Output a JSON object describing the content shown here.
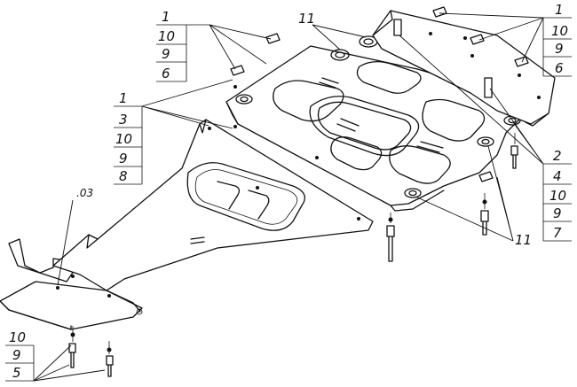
{
  "callouts": {
    "top_left": [
      "1",
      "10",
      "9",
      "6"
    ],
    "mid_left": [
      "1",
      "3",
      "10",
      "9",
      "8"
    ],
    "top_right": [
      "1",
      "10",
      "9",
      "6"
    ],
    "right": [
      "2",
      "4",
      "10",
      "9",
      "7"
    ],
    "bottom_left": [
      "10",
      "9",
      "5"
    ],
    "label_11_top": "11",
    "label_11_bottom": "11",
    "label_03": ".03"
  }
}
